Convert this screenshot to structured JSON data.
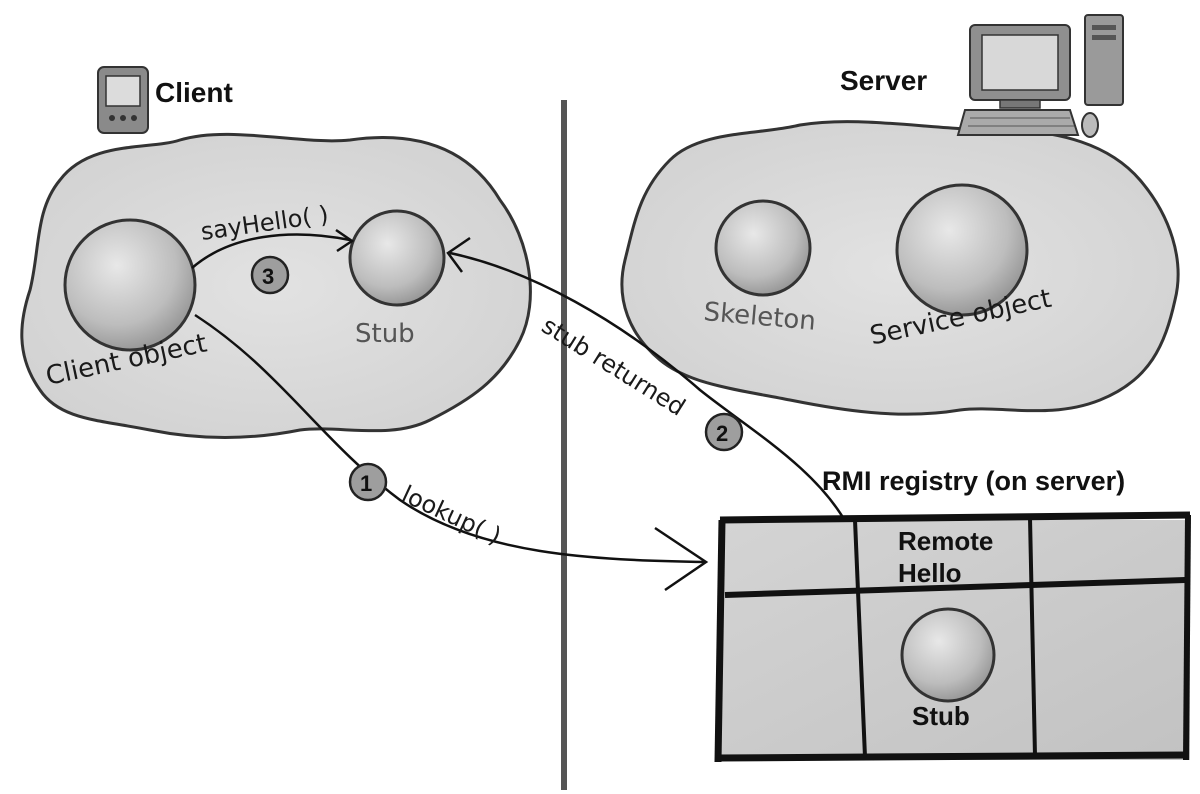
{
  "client": {
    "title": "Client",
    "client_object_label": "Client object",
    "stub_label": "Stub",
    "call_label": "sayHello( )"
  },
  "server": {
    "title": "Server",
    "skeleton_label": "Skeleton",
    "service_label": "Service object"
  },
  "registry": {
    "title": "RMI registry (on server)",
    "entry_name": "Remote\nHello",
    "entry_line1": "Remote",
    "entry_line2": "Hello",
    "stub_label": "Stub"
  },
  "steps": [
    {
      "number": "1",
      "label": "lookup( )"
    },
    {
      "number": "2",
      "label": "stub returned"
    },
    {
      "number": "3",
      "label": ""
    }
  ],
  "colors": {
    "blob_fill": "#d9d9d9",
    "sphere_fill": "#c8c8c8",
    "outline": "#333333",
    "divider": "#555555"
  }
}
